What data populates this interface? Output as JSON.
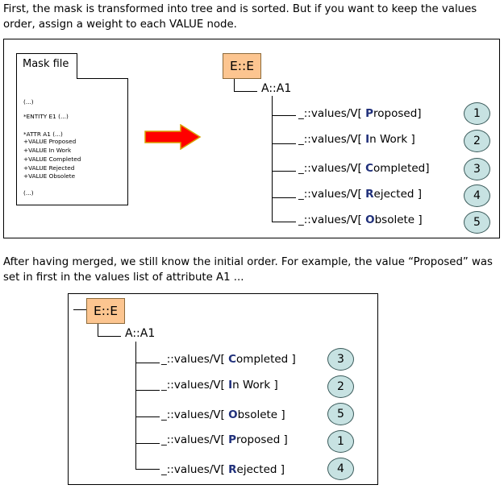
{
  "intro_text": "First, the mask is transformed into tree and is sorted. But if you want to keep the values order, assign a  weight to each VALUE node.",
  "after_text": "After having merged, we still know the initial order. For example, the value “Proposed” was set in first in the values list of attribute A1 ...",
  "mask_file": {
    "tab_label": "Mask file",
    "lines": [
      "(...)",
      "*ENTITY E1 (...)",
      "*ATTR A1  (...)",
      "+VALUE Proposed",
      "+VALUE In Work",
      "+VALUE Completed",
      "+VALUE Rejected",
      "+VALUE Obsolete",
      "(...)"
    ]
  },
  "arrow_icon": "right-arrow-icon",
  "colors": {
    "entity_fill": "#fcc590",
    "badge_fill": "#c7e2e2",
    "value_initial": "#1f2f7a",
    "arrow": "#ff0000"
  },
  "diagram1": {
    "entity": "E::E",
    "attribute": "A::A1",
    "values": [
      {
        "prefix": "_::values/V[ ",
        "initial": "P",
        "rest": "roposed]",
        "order": "1"
      },
      {
        "prefix": "_::values/V[ ",
        "initial": "I",
        "rest": "n Work ]",
        "order": "2"
      },
      {
        "prefix": "_::values/V[ ",
        "initial": "C",
        "rest": "ompleted]",
        "order": "3"
      },
      {
        "prefix": "_::values/V[ ",
        "initial": "R",
        "rest": "ejected ]",
        "order": "4"
      },
      {
        "prefix": "_::values/V[ ",
        "initial": "O",
        "rest": "bsolete ]",
        "order": "5"
      }
    ]
  },
  "diagram2": {
    "entity": "E::E",
    "attribute": "A::A1",
    "values": [
      {
        "prefix": "_::values/V[ ",
        "initial": "C",
        "rest": "ompleted ]",
        "order": "3"
      },
      {
        "prefix": "_::values/V[ ",
        "initial": "I",
        "rest": "n Work ]",
        "order": "2"
      },
      {
        "prefix": "_::values/V[ ",
        "initial": "O",
        "rest": "bsolete ]",
        "order": "5"
      },
      {
        "prefix": "_::values/V[ ",
        "initial": "P",
        "rest": "roposed ]",
        "order": "1"
      },
      {
        "prefix": "_::values/V[ ",
        "initial": "R",
        "rest": "ejected ]",
        "order": "4"
      }
    ]
  }
}
